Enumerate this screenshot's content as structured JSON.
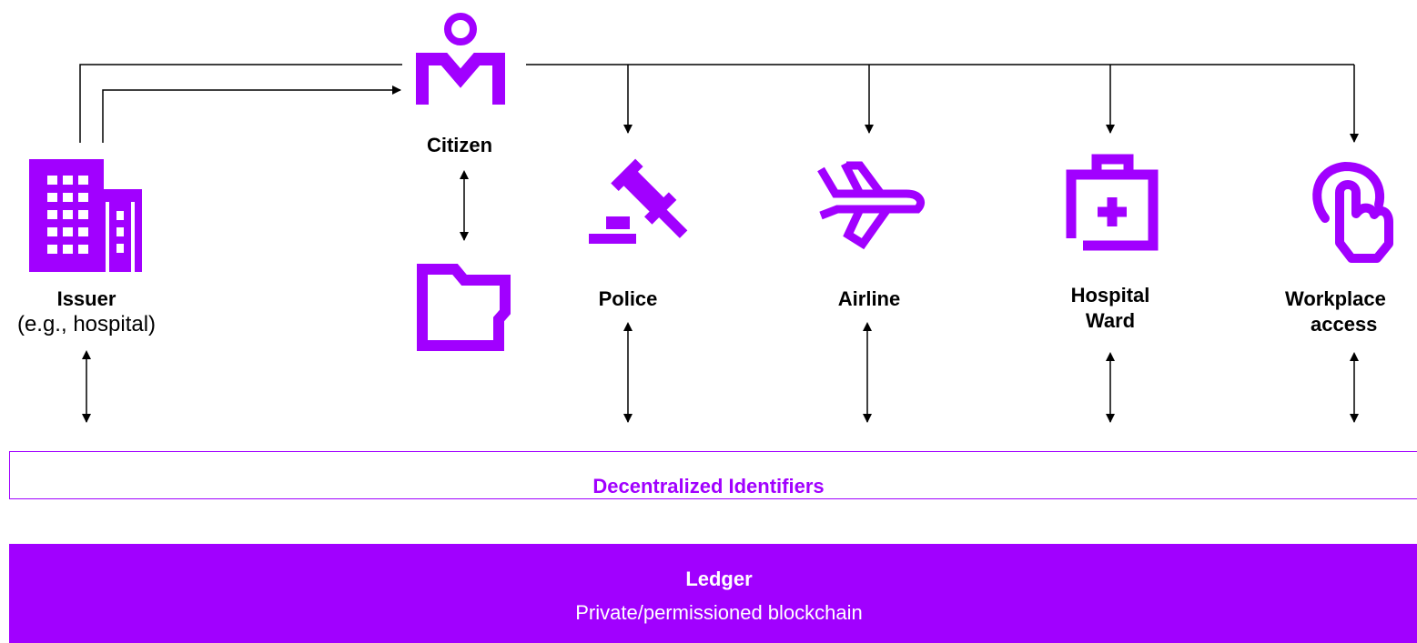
{
  "colors": {
    "accent": "#a100ff",
    "line": "#000000",
    "text": "#000000"
  },
  "issuer": {
    "title": "Issuer",
    "subtitle": "(e.g., hospital)",
    "icon": "building-icon"
  },
  "citizen": {
    "title": "Citizen",
    "icon": "person-icon",
    "wallet_icon": "folder-icon"
  },
  "verifiers": [
    {
      "title": "Police",
      "icon": "gavel-icon"
    },
    {
      "title": "Airline",
      "icon": "airplane-icon"
    },
    {
      "title": "Hospital",
      "title2": "Ward",
      "icon": "medical-kit-icon"
    },
    {
      "title": "Workplace",
      "title2": "access",
      "icon": "touch-hand-icon"
    }
  ],
  "did": {
    "label": "Decentralized Identifiers"
  },
  "ledger": {
    "title": "Ledger",
    "subtitle": "Private/permissioned blockchain"
  }
}
